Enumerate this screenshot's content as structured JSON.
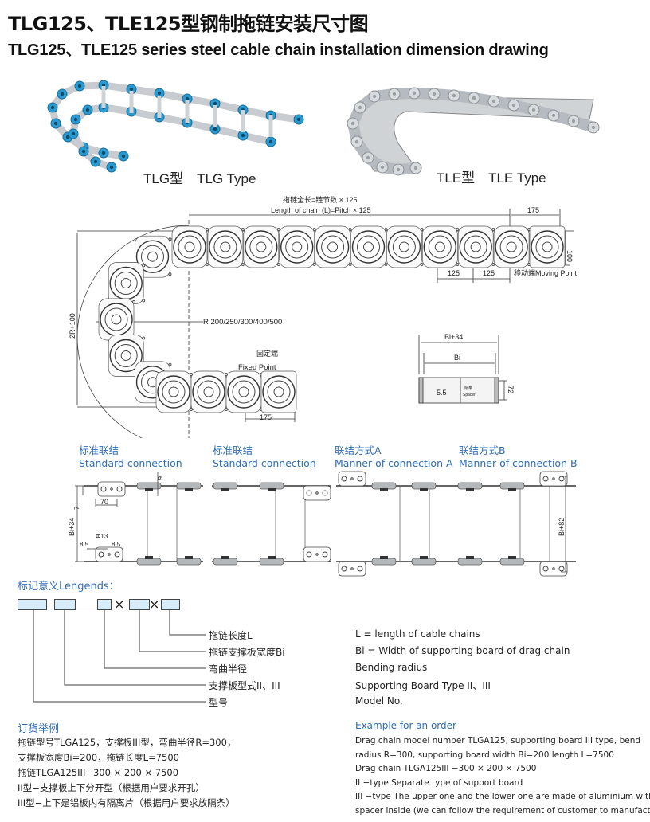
{
  "title_cn": "TLG125、TLE125型钢制拖链安装尺寸图",
  "title_en": "TLG125、TLE125 series steel cable chain installation dimension drawing",
  "photos": {
    "tlg_label": "TLG型　TLG Type",
    "tle_label": "TLE型　TLE Type"
  },
  "drawing": {
    "length_cn": "拖链全长=链节数 × 125",
    "length_en": "Length of chain (L)=Pitch × 125",
    "dim_175_top": "175",
    "dim_100": "100",
    "dim_125_a": "125",
    "dim_125_b": "125",
    "moving_point": "移动端Moving Point",
    "height_dim": "2R+100",
    "radius": "R  200/250/300/400/500",
    "fixed_cn": "固定端",
    "fixed_en": "Fixed Point",
    "dim_175_bottom": "175",
    "spacer": {
      "bi34": "Bi+34",
      "bi": "Bi",
      "dim_55": "5.5",
      "dim_72": "72",
      "spacer_cn": "隔条",
      "spacer_en": "Spacer"
    }
  },
  "connections": [
    {
      "cn": "标准联结",
      "en": "Standard connection",
      "variant": "standard-left"
    },
    {
      "cn": "标准联结",
      "en": "Standard connection",
      "variant": "standard-right"
    },
    {
      "cn": "联结方式A",
      "en": "Manner of connection A",
      "variant": "a"
    },
    {
      "cn": "联结方式B",
      "en": "Manner of connection B",
      "variant": "b"
    }
  ],
  "connection_dims": {
    "d6": "6",
    "d7": "7",
    "d70": "70",
    "bi34": "Bi+34",
    "d85a": "8.5",
    "phi13": "Φ13",
    "d85b": "8.5",
    "bi82": "Bi+82"
  },
  "legend": {
    "title": "标记意义Lengends：",
    "times": "×",
    "items": [
      {
        "cn": "拖链长度L",
        "en": "L = length of cable chains"
      },
      {
        "cn": "拖链支撑板宽度Bi",
        "en": "Bi = Width of supporting board of drag chain"
      },
      {
        "cn": "弯曲半径",
        "en": "Bending radius"
      },
      {
        "cn": "支撑板型式II、III",
        "en": "Supporting Board Type II、III"
      },
      {
        "cn": "型号",
        "en": "Model No."
      }
    ]
  },
  "order_cn": {
    "title": "订货举例",
    "lines": [
      "拖链型号TLGA125，支撑板III型，弯曲半径R=300，",
      "支撑板宽度Bi=200，拖链长度L=7500",
      "拖链TLGA125III−300 × 200 × 7500",
      "II型−支撑板上下分开型（根据用户要求开孔）",
      "III型−上下是铝板内有隔离片（根据用户要求放隔条）"
    ]
  },
  "order_en": {
    "title": "Example for an order",
    "lines": [
      "Drag chain model number TLGA125, supporting board III type, bend",
      "radius R=300, supporting board width Bi=200 length L=7500",
      "Drag chain TLGA125III −300 × 200 × 7500",
      "II −type Separate type of support board",
      "III −type The upper one and the lower one are made of aluminium with",
      "spacer inside  (we can follow the requirement of customer to manufacture)"
    ]
  },
  "colors": {
    "accent": "#2f6db5",
    "box_fill": "#d6ecfb",
    "roller_blue": "#2a9ad0"
  }
}
